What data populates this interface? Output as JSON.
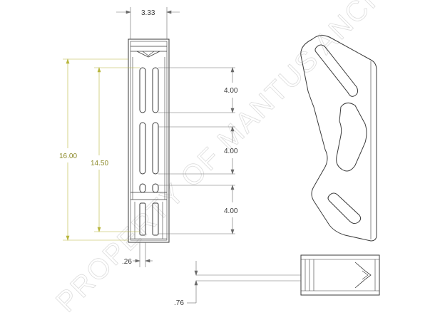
{
  "watermark": {
    "text": "PROPERTY OF MANTUS ANCHORS"
  },
  "dimensions": {
    "width_top": "3.33",
    "spacing_1": "4.00",
    "spacing_2": "4.00",
    "spacing_3": "4.00",
    "overall_length": "16.00",
    "slot_length": "14.50",
    "wall_thickness": ".26",
    "bottom_offset": ".76"
  },
  "colors": {
    "outline": "#3a3a3a",
    "dimension_line": "#6a6a6a",
    "yellow_dimension": "#b8b63c",
    "watermark": "#dcdcdc"
  }
}
